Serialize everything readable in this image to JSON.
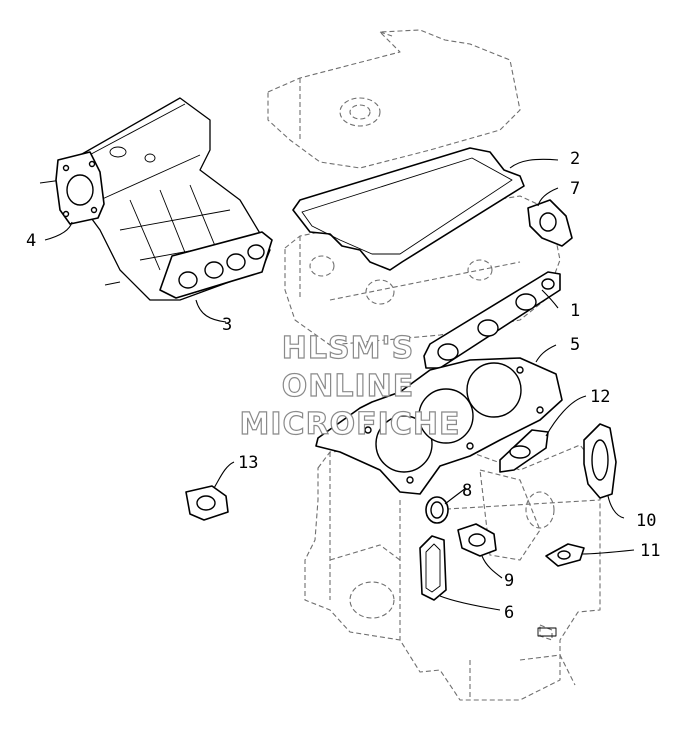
{
  "diagram": {
    "callouts": [
      {
        "id": "1",
        "label": "1"
      },
      {
        "id": "2",
        "label": "2"
      },
      {
        "id": "3",
        "label": "3"
      },
      {
        "id": "4",
        "label": "4"
      },
      {
        "id": "5",
        "label": "5"
      },
      {
        "id": "6",
        "label": "6"
      },
      {
        "id": "7",
        "label": "7"
      },
      {
        "id": "8",
        "label": "8"
      },
      {
        "id": "9",
        "label": "9"
      },
      {
        "id": "10",
        "label": "10"
      },
      {
        "id": "11",
        "label": "11"
      },
      {
        "id": "12",
        "label": "12"
      },
      {
        "id": "13",
        "label": "13"
      }
    ],
    "watermark": {
      "line1": "HLSM'S",
      "line2": "ONLINE",
      "line3": "MICROFICHE"
    }
  }
}
